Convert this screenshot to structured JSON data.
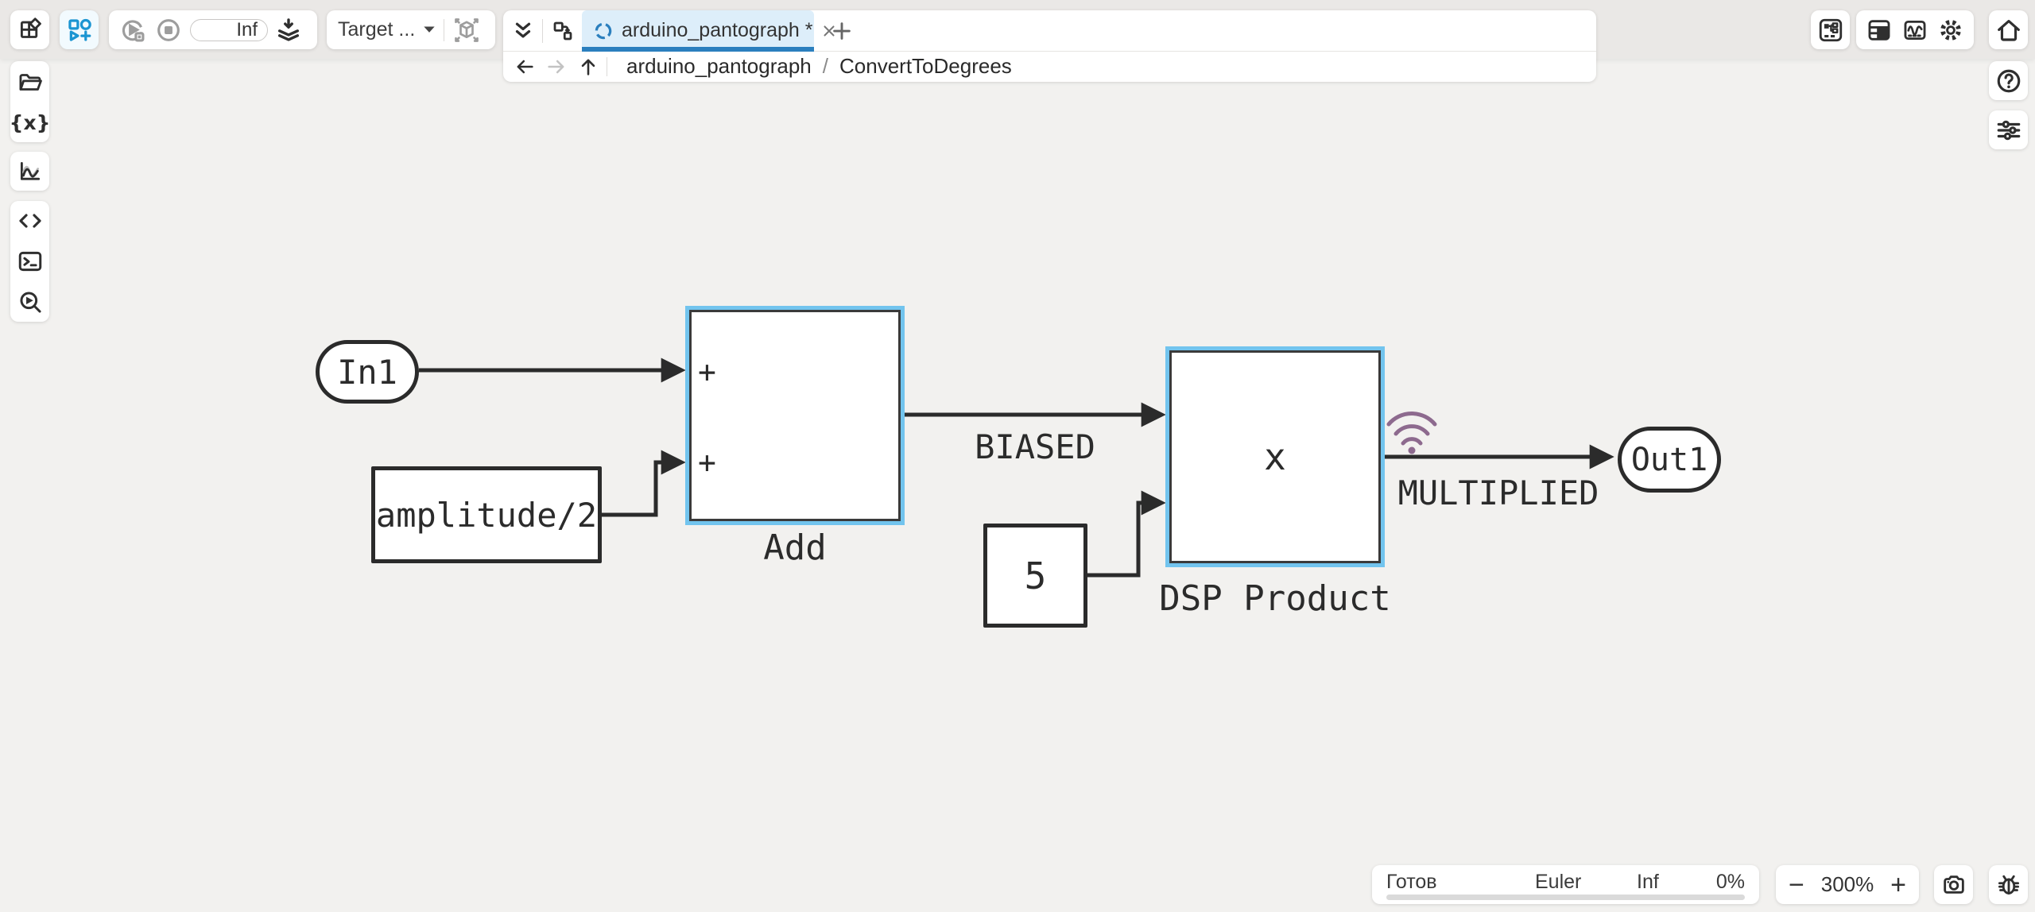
{
  "colors": {
    "accent_blue": "#2b7fbe",
    "tab_bg_blue": "#ddeefa",
    "tool_blue": "#1b95d2",
    "selection_blue": "#72c4ee",
    "wifi_purple": "#8d6a8e",
    "wire_dark": "#2b2b2b",
    "canvas_bg": "#f2f1ef"
  },
  "topbar": {
    "sim_stop_time": "Inf",
    "target_selector_label": "Target ..."
  },
  "tab_strip": {
    "active_tab_title": "arduino_pantograph *"
  },
  "breadcrumb": {
    "root": "arduino_pantograph",
    "separator": "/",
    "current": "ConvertToDegrees"
  },
  "icons": {
    "variables_glyph": "{x}"
  },
  "diagram": {
    "blocks": {
      "in1": {
        "label": "In1"
      },
      "add": {
        "label": "Add",
        "port1": "+",
        "port2": "+"
      },
      "expr": {
        "label": "amplitude/2"
      },
      "constant": {
        "label": "5"
      },
      "dsp_product": {
        "label": "DSP Product",
        "symbol": "x"
      },
      "out1": {
        "label": "Out1"
      }
    },
    "signals": {
      "biased": "BIASED",
      "multiplied": "MULTIPLIED"
    }
  },
  "statusbar": {
    "state": "Готов",
    "solver": "Euler",
    "stop_time": "Inf",
    "progress": "0%",
    "zoom_out": "−",
    "zoom_level": "300%",
    "zoom_in": "+"
  }
}
